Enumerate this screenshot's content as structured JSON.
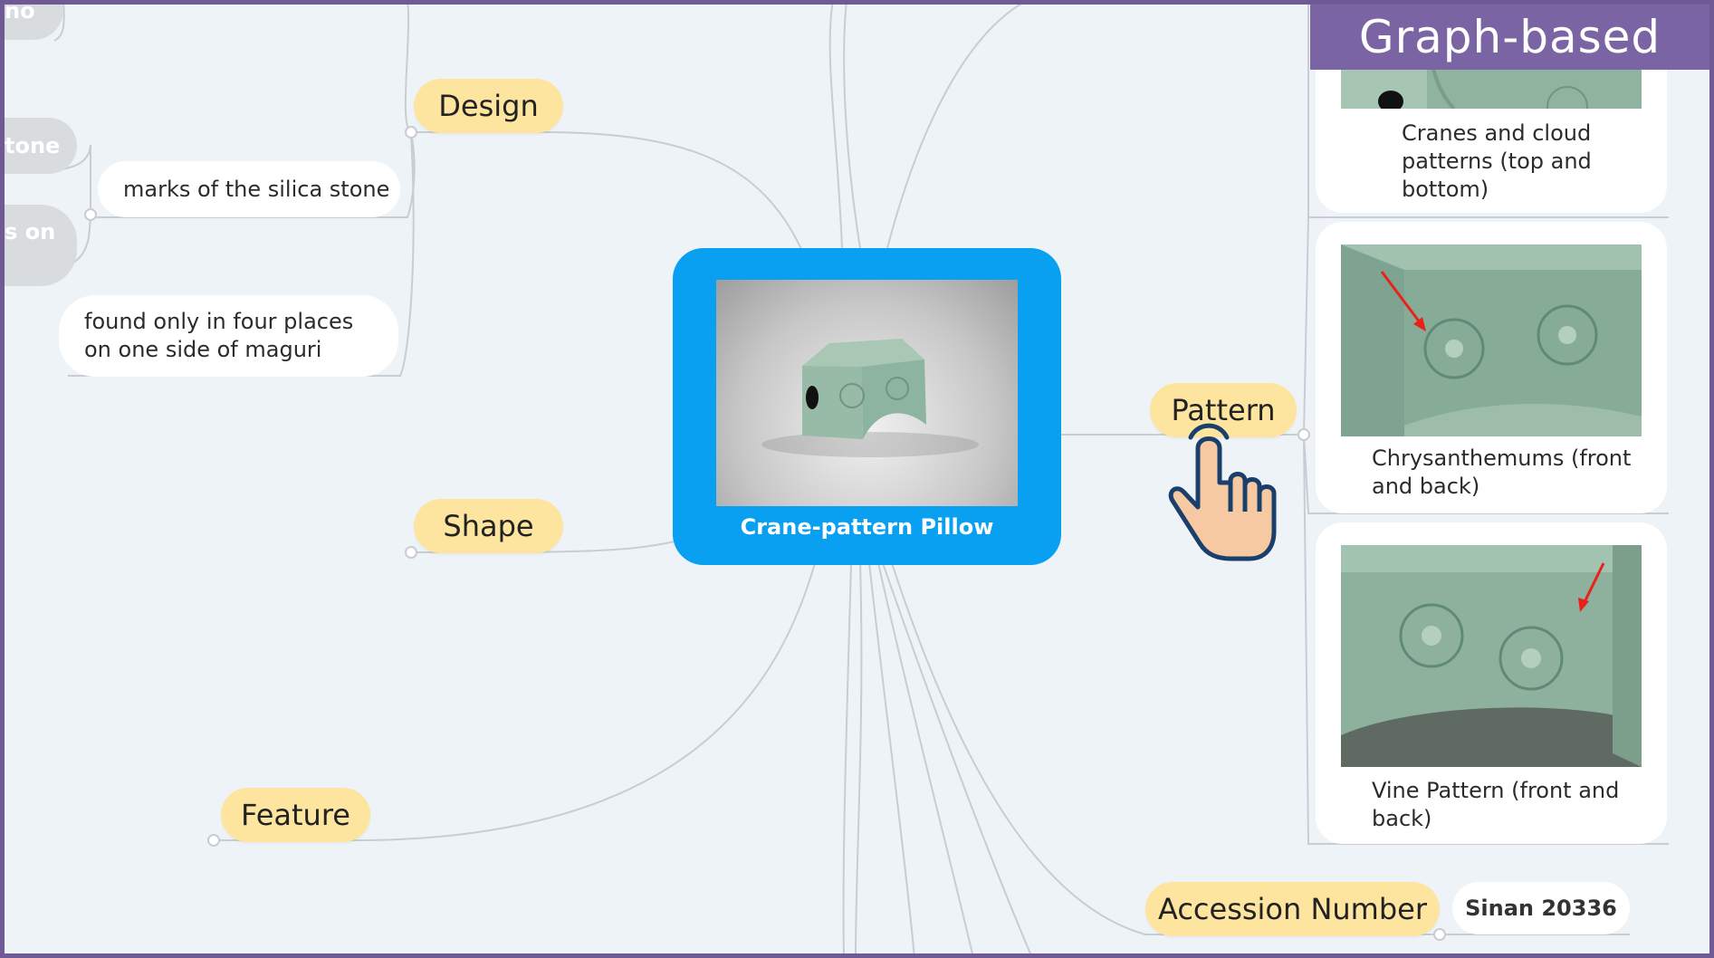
{
  "badge": "Graph-based",
  "central": {
    "caption": "Crane-pattern Pillow"
  },
  "branches": {
    "design": "Design",
    "shape": "Shape",
    "feature": "Feature",
    "pattern": "Pattern",
    "accession": "Accession Number"
  },
  "design_notes": {
    "cut_top": "no",
    "cut_stone": "tone",
    "cut_son": "s on",
    "silica": "marks of the silica stone",
    "four_places": "found only in four places on one side of maguri"
  },
  "pattern_cards": [
    {
      "caption": "Cranes and cloud patterns (top and bottom)"
    },
    {
      "caption": "Chrysanthemums (front and back)"
    },
    {
      "caption": "Vine Pattern (front and back)"
    }
  ],
  "accession_value": "Sinan 20336",
  "colors": {
    "frame": "#6f5a95",
    "badge": "#7a64a3",
    "central": "#0aa0f2",
    "pill": "#fde49f",
    "link": "#c9cdd1",
    "celadon": "#7fa894"
  },
  "icons": {
    "pointer": "pointing-hand-icon"
  }
}
